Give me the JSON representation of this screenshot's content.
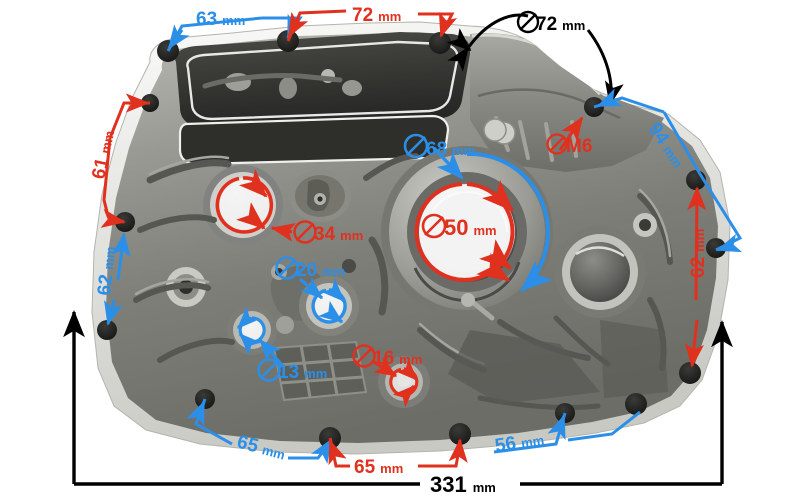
{
  "diagram": {
    "title": "Engine crankcase half — dimensioned photo",
    "subject": "motorcycle engine crankcase (left half)",
    "unit": "mm",
    "colors": {
      "blue": "#2B8FE8",
      "red": "#E0301E",
      "black": "#000000",
      "casting_light": "#d8d8d6",
      "casting_mid": "#8e8e8a",
      "casting_dark": "#3a3a38",
      "rim_bright": "#f2f2f0",
      "background": "#ffffff"
    }
  },
  "annotations": {
    "top_left_blue": {
      "value": "63",
      "unit": "mm",
      "color": "#2B8FE8",
      "symbol": "none"
    },
    "top_right_red": {
      "value": "72",
      "unit": "mm",
      "color": "#E0301E",
      "symbol": "none"
    },
    "top_black_dia": {
      "value": "72",
      "unit": "mm",
      "color": "#000000",
      "symbol": "diameter"
    },
    "right_blue_94": {
      "value": "94",
      "unit": "mm",
      "color": "#2B8FE8",
      "symbol": "none"
    },
    "right_red_m6": {
      "value": "M6",
      "unit": "",
      "color": "#E0301E",
      "symbol": "diameter"
    },
    "right_red_62": {
      "value": "62",
      "unit": "mm",
      "color": "#E0301E",
      "symbol": "none"
    },
    "left_red_61": {
      "value": "61",
      "unit": "mm",
      "color": "#E0301E",
      "symbol": "none"
    },
    "left_blue_62": {
      "value": "62",
      "unit": "mm",
      "color": "#2B8FE8",
      "symbol": "none"
    },
    "center_blue_68": {
      "value": "68",
      "unit": "mm",
      "color": "#2B8FE8",
      "symbol": "diameter"
    },
    "center_red_50": {
      "value": "50",
      "unit": "mm",
      "color": "#E0301E",
      "symbol": "diameter"
    },
    "left_red_34": {
      "value": "34",
      "unit": "mm",
      "color": "#E0301E",
      "symbol": "diameter"
    },
    "mid_blue_20": {
      "value": "20",
      "unit": "mm",
      "color": "#2B8FE8",
      "symbol": "diameter"
    },
    "low_blue_13": {
      "value": "13",
      "unit": "mm",
      "color": "#2B8FE8",
      "symbol": "diameter"
    },
    "low_red_16": {
      "value": "16",
      "unit": "mm",
      "color": "#E0301E",
      "symbol": "diameter"
    },
    "bottom_blue_65": {
      "value": "65",
      "unit": "mm",
      "color": "#2B8FE8",
      "symbol": "none"
    },
    "bottom_red_65": {
      "value": "65",
      "unit": "mm",
      "color": "#E0301E",
      "symbol": "none"
    },
    "bottom_blue_56": {
      "value": "56",
      "unit": "mm",
      "color": "#2B8FE8",
      "symbol": "none"
    },
    "overall_black_331": {
      "value": "331",
      "unit": "mm",
      "color": "#000000",
      "symbol": "none"
    }
  },
  "measurement_list": [
    {
      "label": "63 mm",
      "color": "blue",
      "kind": "bolt-spacing",
      "location": "top-left"
    },
    {
      "label": "72 mm",
      "color": "red",
      "kind": "bolt-spacing",
      "location": "top-right"
    },
    {
      "label": "Ø72 mm",
      "color": "black",
      "kind": "cylinder-bore-deck",
      "location": "top-arc"
    },
    {
      "label": "94 mm",
      "color": "blue",
      "kind": "bolt-spacing",
      "location": "right-upper"
    },
    {
      "label": "ØM6",
      "color": "red",
      "kind": "thread-size",
      "location": "right-upper"
    },
    {
      "label": "62 mm",
      "color": "red",
      "kind": "bolt-spacing",
      "location": "right-lower"
    },
    {
      "label": "61 mm",
      "color": "red",
      "kind": "bolt-spacing",
      "location": "left-upper"
    },
    {
      "label": "62 mm",
      "color": "blue",
      "kind": "bolt-spacing",
      "location": "left-lower"
    },
    {
      "label": "Ø68 mm",
      "color": "blue",
      "kind": "bore-diameter",
      "location": "center"
    },
    {
      "label": "Ø50 mm",
      "color": "red",
      "kind": "bore-diameter",
      "location": "center"
    },
    {
      "label": "Ø34 mm",
      "color": "red",
      "kind": "bore-diameter",
      "location": "left-center"
    },
    {
      "label": "Ø20 mm",
      "color": "blue",
      "kind": "bore-diameter",
      "location": "mid-lower"
    },
    {
      "label": "Ø13 mm",
      "color": "blue",
      "kind": "bore-diameter",
      "location": "lower-left"
    },
    {
      "label": "Ø16 mm",
      "color": "red",
      "kind": "bore-diameter",
      "location": "lower-center"
    },
    {
      "label": "65 mm",
      "color": "blue",
      "kind": "bolt-spacing",
      "location": "bottom-left"
    },
    {
      "label": "65 mm",
      "color": "red",
      "kind": "bolt-spacing",
      "location": "bottom-center"
    },
    {
      "label": "56 mm",
      "color": "blue",
      "kind": "bolt-spacing",
      "location": "bottom-right"
    },
    {
      "label": "331 mm",
      "color": "black",
      "kind": "overall-length",
      "location": "bottom"
    }
  ]
}
